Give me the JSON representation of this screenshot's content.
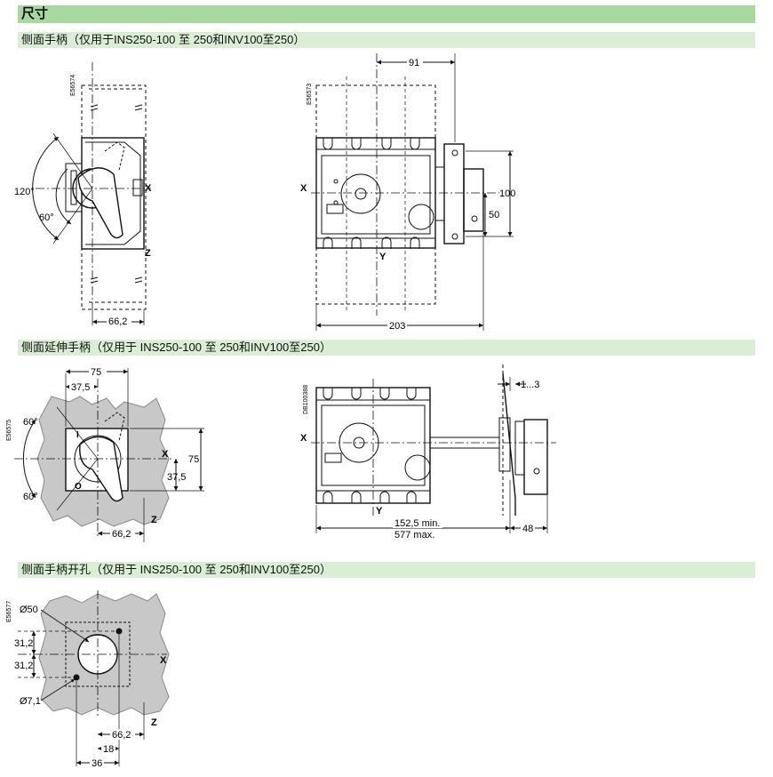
{
  "title": "尺寸",
  "sections": [
    {
      "heading": "侧面手柄（仅用于INS250-100 至 250和INV100至250）"
    },
    {
      "heading": "侧面延伸手柄（仅用于 INS250-100 至 250和INV100至250）"
    },
    {
      "heading": "侧面手柄开孔（仅用于 INS250-100 至 250和INV100至250）"
    }
  ],
  "fig1": {
    "code": "E56574",
    "angle_outer": "120°",
    "angle_inner": "60°",
    "axis_x": "X",
    "axis_z": "Z",
    "dim_bottom": "66,2"
  },
  "fig2": {
    "code": "E56573",
    "dim_top": "91",
    "dim_h1": "100",
    "dim_h2": "50",
    "dim_bottom": "203",
    "axis_x": "X",
    "axis_y": "Y"
  },
  "fig3": {
    "code": "E56575",
    "dim_w1": "75",
    "dim_w2": "37,5",
    "dim_h1": "75",
    "dim_h2": "37,5",
    "angle_top": "60°",
    "angle_bottom": "60°",
    "pos_on": "I",
    "pos_off": "O",
    "dim_bottom": "66,2",
    "axis_x": "X",
    "axis_z": "Z"
  },
  "fig4": {
    "code": "DB100388",
    "dim_gap": "1...3",
    "dim_min": "152,5 min.",
    "dim_max": "577 max.",
    "dim_48": "48",
    "axis_x": "X",
    "axis_y": "Y"
  },
  "fig5": {
    "code": "E56577",
    "dia_big": "Ø50",
    "dim_a": "31,2",
    "dim_b": "31,2",
    "dia_small": "Ø7,1",
    "dim_662": "66,2",
    "dim_18": "18",
    "dim_36": "36",
    "axis_x": "X",
    "axis_z": "Z"
  }
}
